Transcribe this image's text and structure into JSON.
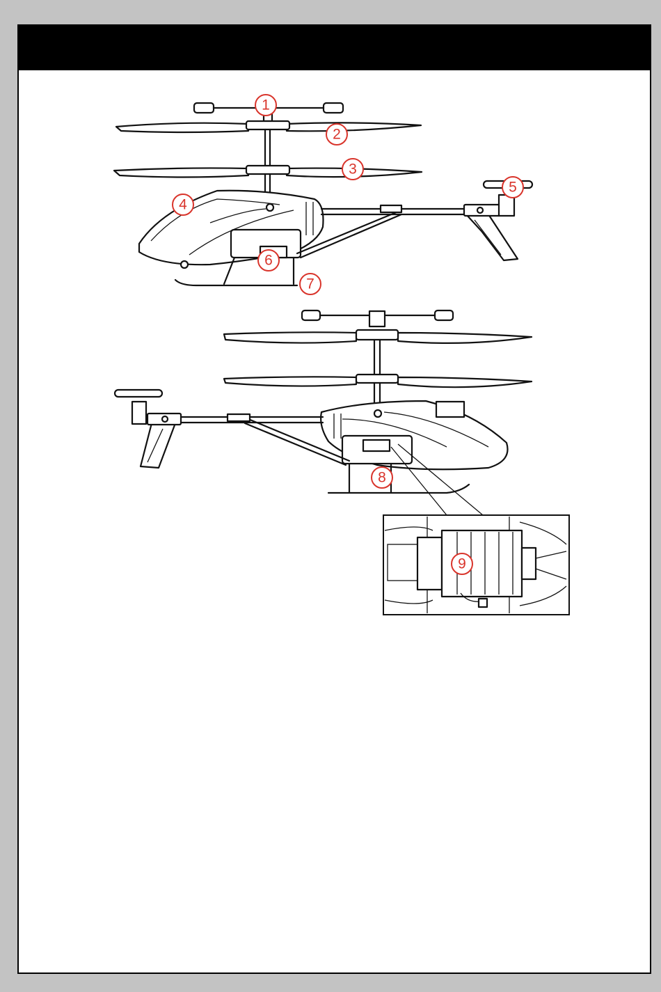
{
  "colors": {
    "background": "#c3c3c3",
    "page": "#ffffff",
    "header_bar": "#000000",
    "callout": "#d9342b"
  },
  "callouts": [
    {
      "id": "1",
      "label": "1"
    },
    {
      "id": "2",
      "label": "2"
    },
    {
      "id": "3",
      "label": "3"
    },
    {
      "id": "4",
      "label": "4"
    },
    {
      "id": "5",
      "label": "5"
    },
    {
      "id": "6",
      "label": "6"
    },
    {
      "id": "7",
      "label": "7"
    },
    {
      "id": "8",
      "label": "8"
    },
    {
      "id": "9",
      "label": "9"
    }
  ]
}
